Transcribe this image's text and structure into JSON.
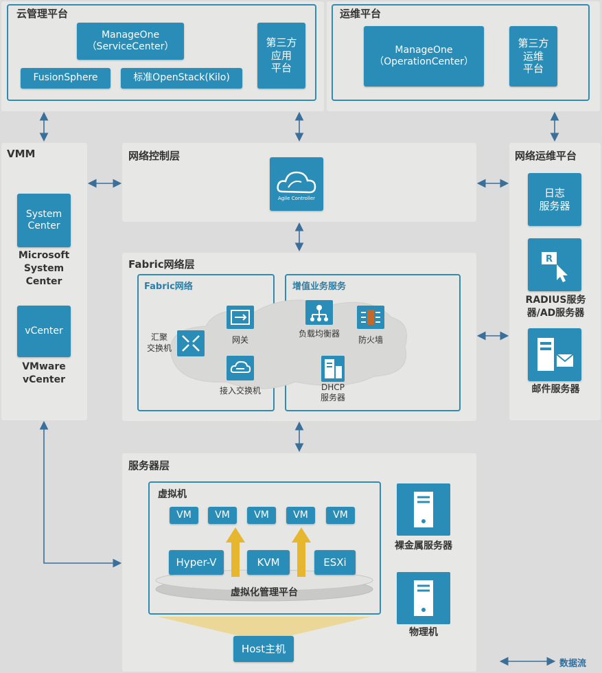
{
  "cloud": {
    "title": "云管理平台",
    "manageone_service": "ManageOne\n（ServiceCenter）",
    "fusionsphere": "FusionSphere",
    "openstack": "标准OpenStack(Kilo)",
    "third_party": "第三方\n应用\n平台"
  },
  "ops": {
    "title": "运维平台",
    "manageone_operation": "ManageOne\n（OperationCenter）",
    "third_party": "第三方\n运维\n平台"
  },
  "vmm": {
    "title": "VMM",
    "system_center_box": "System\nCenter",
    "system_center_label": "Microsoft\nSystem\nCenter",
    "vcenter_box": "vCenter",
    "vcenter_label": "VMware\nvCenter"
  },
  "net_control": {
    "title": "网络控制层",
    "agile": "Agile Controller"
  },
  "net_ops": {
    "title": "网络运维平台",
    "log_server": "日志\n服务器",
    "radius_label": "RADIUS服务\n器/AD服务器",
    "mail_label": "邮件服务器"
  },
  "fabric": {
    "title": "Fabric网络层",
    "network_title": "Fabric网络",
    "vas_title": "增值业务服务",
    "aggregation_switch": "汇聚\n交换机",
    "gateway": "网关",
    "access_switch": "接入交换机",
    "load_balancer": "负载均衡器",
    "firewall": "防火墙",
    "dhcp": "DHCP\n服务器"
  },
  "server": {
    "title": "服务器层",
    "vm_title": "虚拟机",
    "vms": [
      "VM",
      "VM",
      "VM",
      "VM",
      "VM"
    ],
    "hyperv": "Hyper-V",
    "kvm": "KVM",
    "esxi": "ESXi",
    "virt_platform": "虚拟化管理平台",
    "host": "Host主机",
    "bare_metal": "裸金属服务器",
    "physical": "物理机"
  },
  "legend": {
    "label": "数据流"
  },
  "colors": {
    "accent": "#2a8db7",
    "arrow": "#3a6f9a",
    "yellow": "#e5b62e"
  }
}
